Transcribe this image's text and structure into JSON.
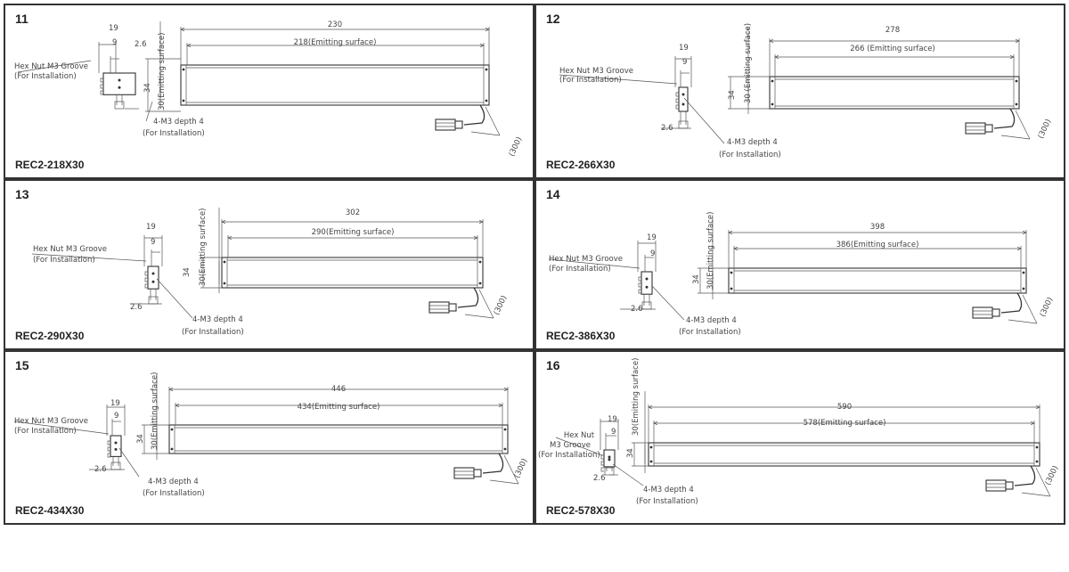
{
  "cells": [
    {
      "number": "11",
      "model": "REC2-218X30",
      "total": "230",
      "emitting": "218(Emitting surface)",
      "height": "34",
      "emit_height": "30(Emitting surface)",
      "width1": "19",
      "width2": "9",
      "offset": "2.6",
      "cable": "(300)",
      "nut_label": "Hex Nut M3 Groove",
      "nut_sub": "(For Installation)",
      "screw_label": "4-M3 depth 4",
      "screw_sub": "(For Installation)"
    },
    {
      "number": "12",
      "model": "REC2-266X30",
      "total": "278",
      "emitting": "266 (Emitting surface)",
      "height": "34",
      "emit_height": "30 (Emitting surface)",
      "width1": "19",
      "width2": "9",
      "offset": "2.6",
      "cable": "(300)",
      "nut_label": "Hex Nut M3 Groove",
      "nut_sub": "(For Installation)",
      "screw_label": "4-M3 depth 4",
      "screw_sub": "(For Installation)"
    },
    {
      "number": "13",
      "model": "REC2-290X30",
      "total": "302",
      "emitting": "290(Emitting surface)",
      "height": "34",
      "emit_height": "30(Emitting surface)",
      "width1": "19",
      "width2": "9",
      "offset": "2.6",
      "cable": "(300)",
      "nut_label": "Hex Nut M3 Groove",
      "nut_sub": "(For Installation)",
      "screw_label": "4-M3 depth 4",
      "screw_sub": "(For Installation)"
    },
    {
      "number": "14",
      "model": "REC2-386X30",
      "total": "398",
      "emitting": "386(Emitting surface)",
      "height": "34",
      "emit_height": "30(Emitting surface)",
      "width1": "19",
      "width2": "9",
      "offset": "2.6",
      "cable": "(300)",
      "nut_label": "Hex Nut M3 Groove",
      "nut_sub": "(For Installation)",
      "screw_label": "4-M3 depth 4",
      "screw_sub": "(For Installation)"
    },
    {
      "number": "15",
      "model": "REC2-434X30",
      "total": "446",
      "emitting": "434(Emitting surface)",
      "height": "34",
      "emit_height": "30(Emitting surface)",
      "width1": "19",
      "width2": "9",
      "offset": "2.6",
      "cable": "(300)",
      "nut_label": "Hex Nut M3 Groove",
      "nut_sub": "(For Installation)",
      "screw_label": "4-M3 depth 4",
      "screw_sub": "(For Installation)"
    },
    {
      "number": "16",
      "model": "REC2-578X30",
      "total": "590",
      "emitting": "578(Emitting surface)",
      "height": "34",
      "emit_height": "30(Emitting surface)",
      "width1": "19",
      "width2": "9",
      "offset": "2.6",
      "cable": "(300)",
      "nut_label": "Hex Nut",
      "nut_label2": "M3 Groove",
      "nut_sub": "(For Installation)",
      "screw_label": "4-M3 depth 4",
      "screw_sub": "(For Installation)"
    }
  ]
}
